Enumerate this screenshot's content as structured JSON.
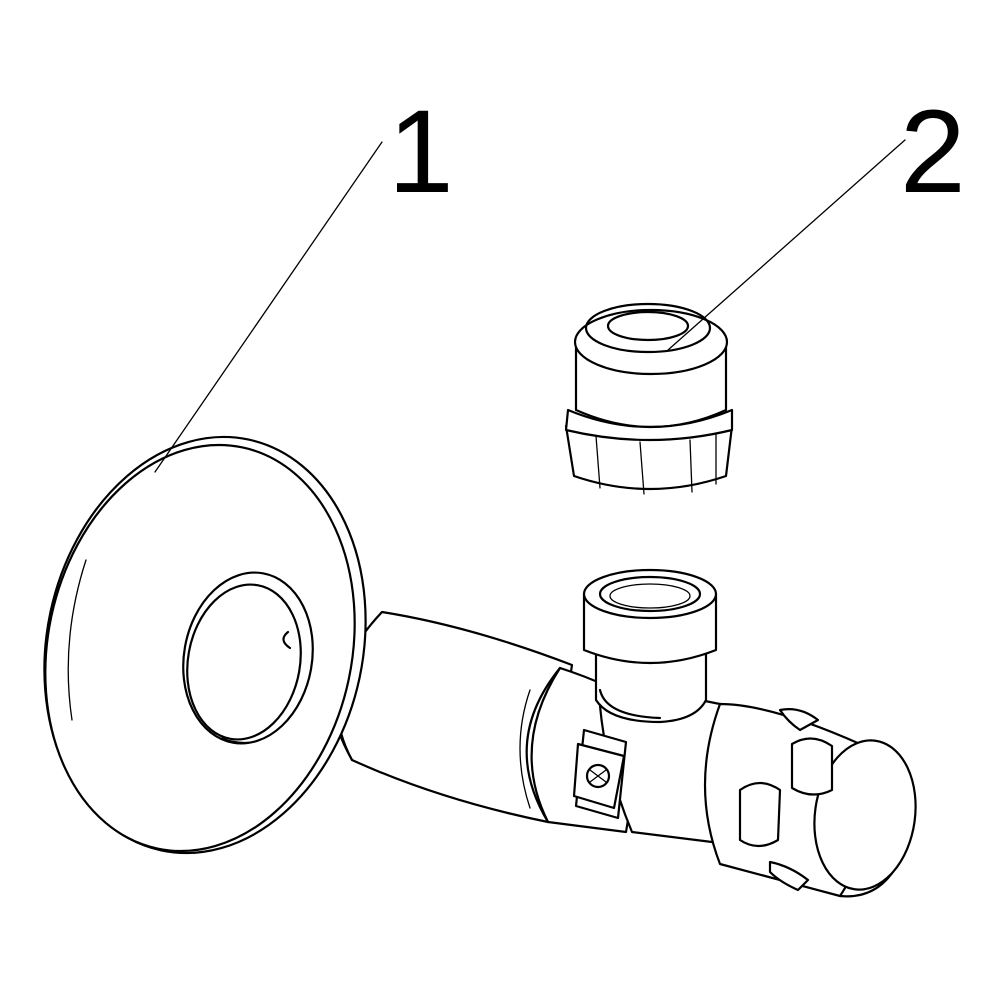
{
  "callouts": [
    {
      "number": "1",
      "part": "rosette"
    },
    {
      "number": "2",
      "part": "compression-nut"
    }
  ],
  "colors": {
    "line": "#000000",
    "background": "#ffffff"
  }
}
